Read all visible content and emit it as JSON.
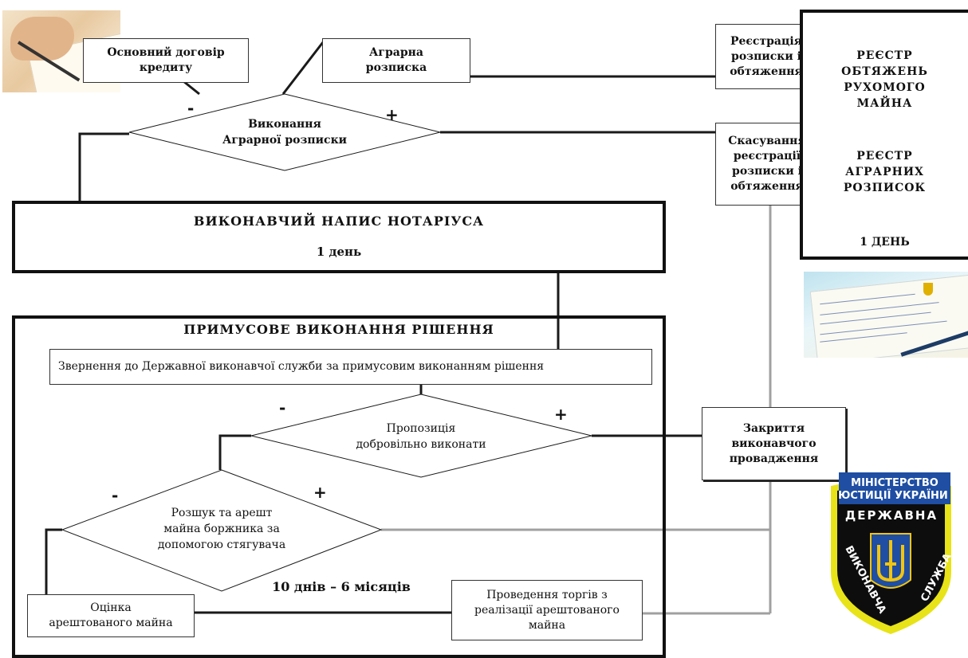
{
  "boxes": {
    "main_contract": "Основний договір\nкредиту",
    "agrarian_receipt": "Аграрна\nрозписка",
    "registration": "Реєстрація\nрозписки і\nобтяження",
    "cancellation": "Скасування\nреєстрації\nрозписки і\nобтяження",
    "registry_block": {
      "registry_encumbrances": "РЕЄСТР\nОБТЯЖЕНЬ\nРУХОМОГО\nМАЙНА",
      "registry_agrarian": "РЕЄСТР\nАГРАРНИХ\nРОЗПИСОК",
      "duration": "1 ДЕНЬ"
    },
    "notary": {
      "title": "ВИКОНАВЧИЙ НАПИС НОТАРІУСА",
      "duration": "1 день"
    },
    "enforcement": {
      "title": "ПРИМУСОВЕ ВИКОНАННЯ РІШЕННЯ",
      "appeal": "Звернення до Державної виконавчої служби за примусовим виконанням рішення",
      "evaluation": "Оцінка\nарештованого майна",
      "auction": "Проведення торгів з\nреалізації арештованого\nмайна",
      "duration": "10 днів – 6 місяців"
    },
    "closure": "Закриття\nвиконавчого\nпровадження"
  },
  "decisions": {
    "execution": "Виконання\nАграрної розписки",
    "voluntary": "Пропозиція\nдобровільно виконати",
    "search": "Розшук та арешт\nмайна боржника за\nдопомогою стягувача"
  },
  "signs": {
    "minus": "-",
    "plus": "+"
  },
  "emblem": {
    "top_line1": "МІНІСТЕРСТВО",
    "top_line2": "ЮСТИЦІЇ УКРАЇНИ",
    "word1": "ДЕРЖАВНА",
    "word2": "ВИКОНАВЧА",
    "word3": "СЛУЖБА"
  },
  "colors": {
    "line": "#1a1a1a",
    "grey_line": "#a0a0a0",
    "shield": "#0d0d0d",
    "shield_border": "#e7e318",
    "banner": "#1f4ea3",
    "trident": "#f1c40f"
  },
  "icons": {
    "photo": "handshake-contract-photo",
    "doc": "document-with-pen-image",
    "emblem": "state-executive-service-emblem"
  }
}
